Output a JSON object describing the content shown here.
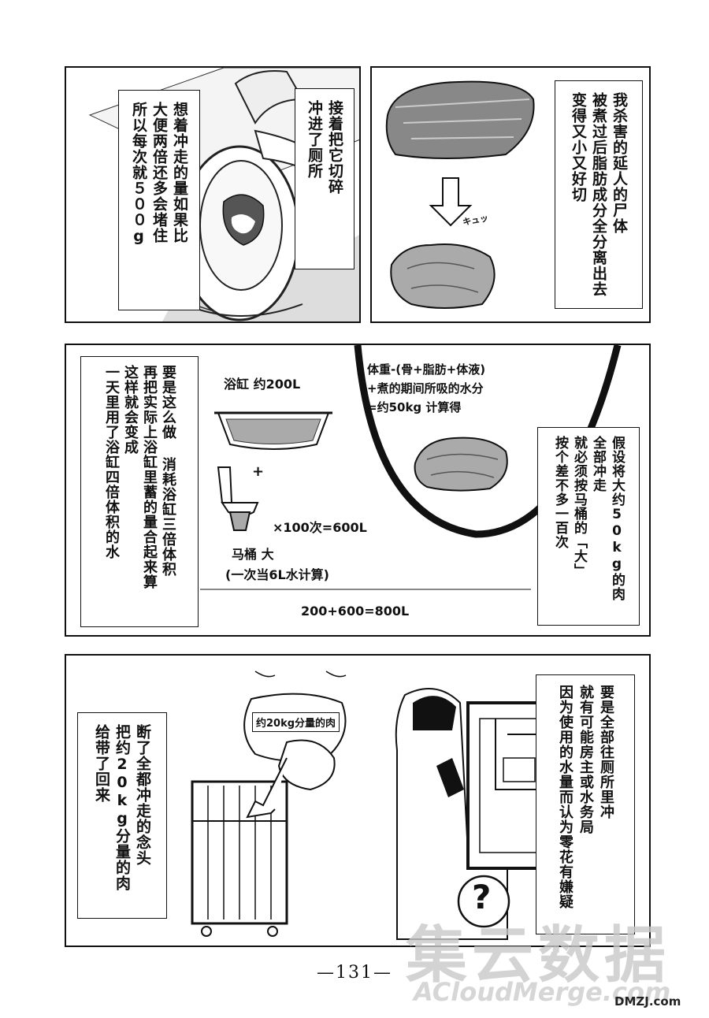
{
  "panel1": {
    "left_caption": [
      "想着冲走的量如果比",
      "大便两倍还多会堵住",
      "所以每次就５００g"
    ],
    "right_caption": [
      "接着把它切碎",
      "冲进了厕所"
    ]
  },
  "panel2": {
    "caption": [
      "我杀害的延人的尸体",
      "被煮过后脂肪成分全分离出去",
      "变得又小又好切"
    ],
    "sfx": "キュッ"
  },
  "panel3": {
    "left_caption": [
      "要是这么做 消耗浴缸三倍体积",
      "再把实际上浴缸里蓄的量合起来算",
      "这样就会变成",
      "一天里用了浴缸四倍体积的水"
    ],
    "bathtub_label": "浴缸  约200L",
    "plus": "+",
    "toilet_calc": "×100次=600L",
    "toilet_label": "马桶 大",
    "toilet_note": "(一次当6L水计算)",
    "total": "200+600=800L",
    "formula": [
      "体重-(骨+脂肪+体液)",
      "+煮的期间所吸的水分",
      "=约50kg 计算得"
    ],
    "right_caption": [
      "假设将大约50kg的肉",
      "全部冲走",
      "就必须按马桶的「大」",
      "按个差不多一百次"
    ]
  },
  "panel4": {
    "left_caption": [
      "断了全都冲走的念头",
      "把约20kg分量的肉",
      "给带了回来"
    ],
    "bag_label": "约20kg分量的肉",
    "right_caption": [
      "要是全部往厕所里冲",
      "就有可能房主或水务局",
      "因为使用的水量而认为零花有嫌疑"
    ],
    "question": "?"
  },
  "page_number": "—131—",
  "watermark": "集云数据",
  "watermark_url": "ACloudMerge.com",
  "corner_logo": "DMZJ.com"
}
